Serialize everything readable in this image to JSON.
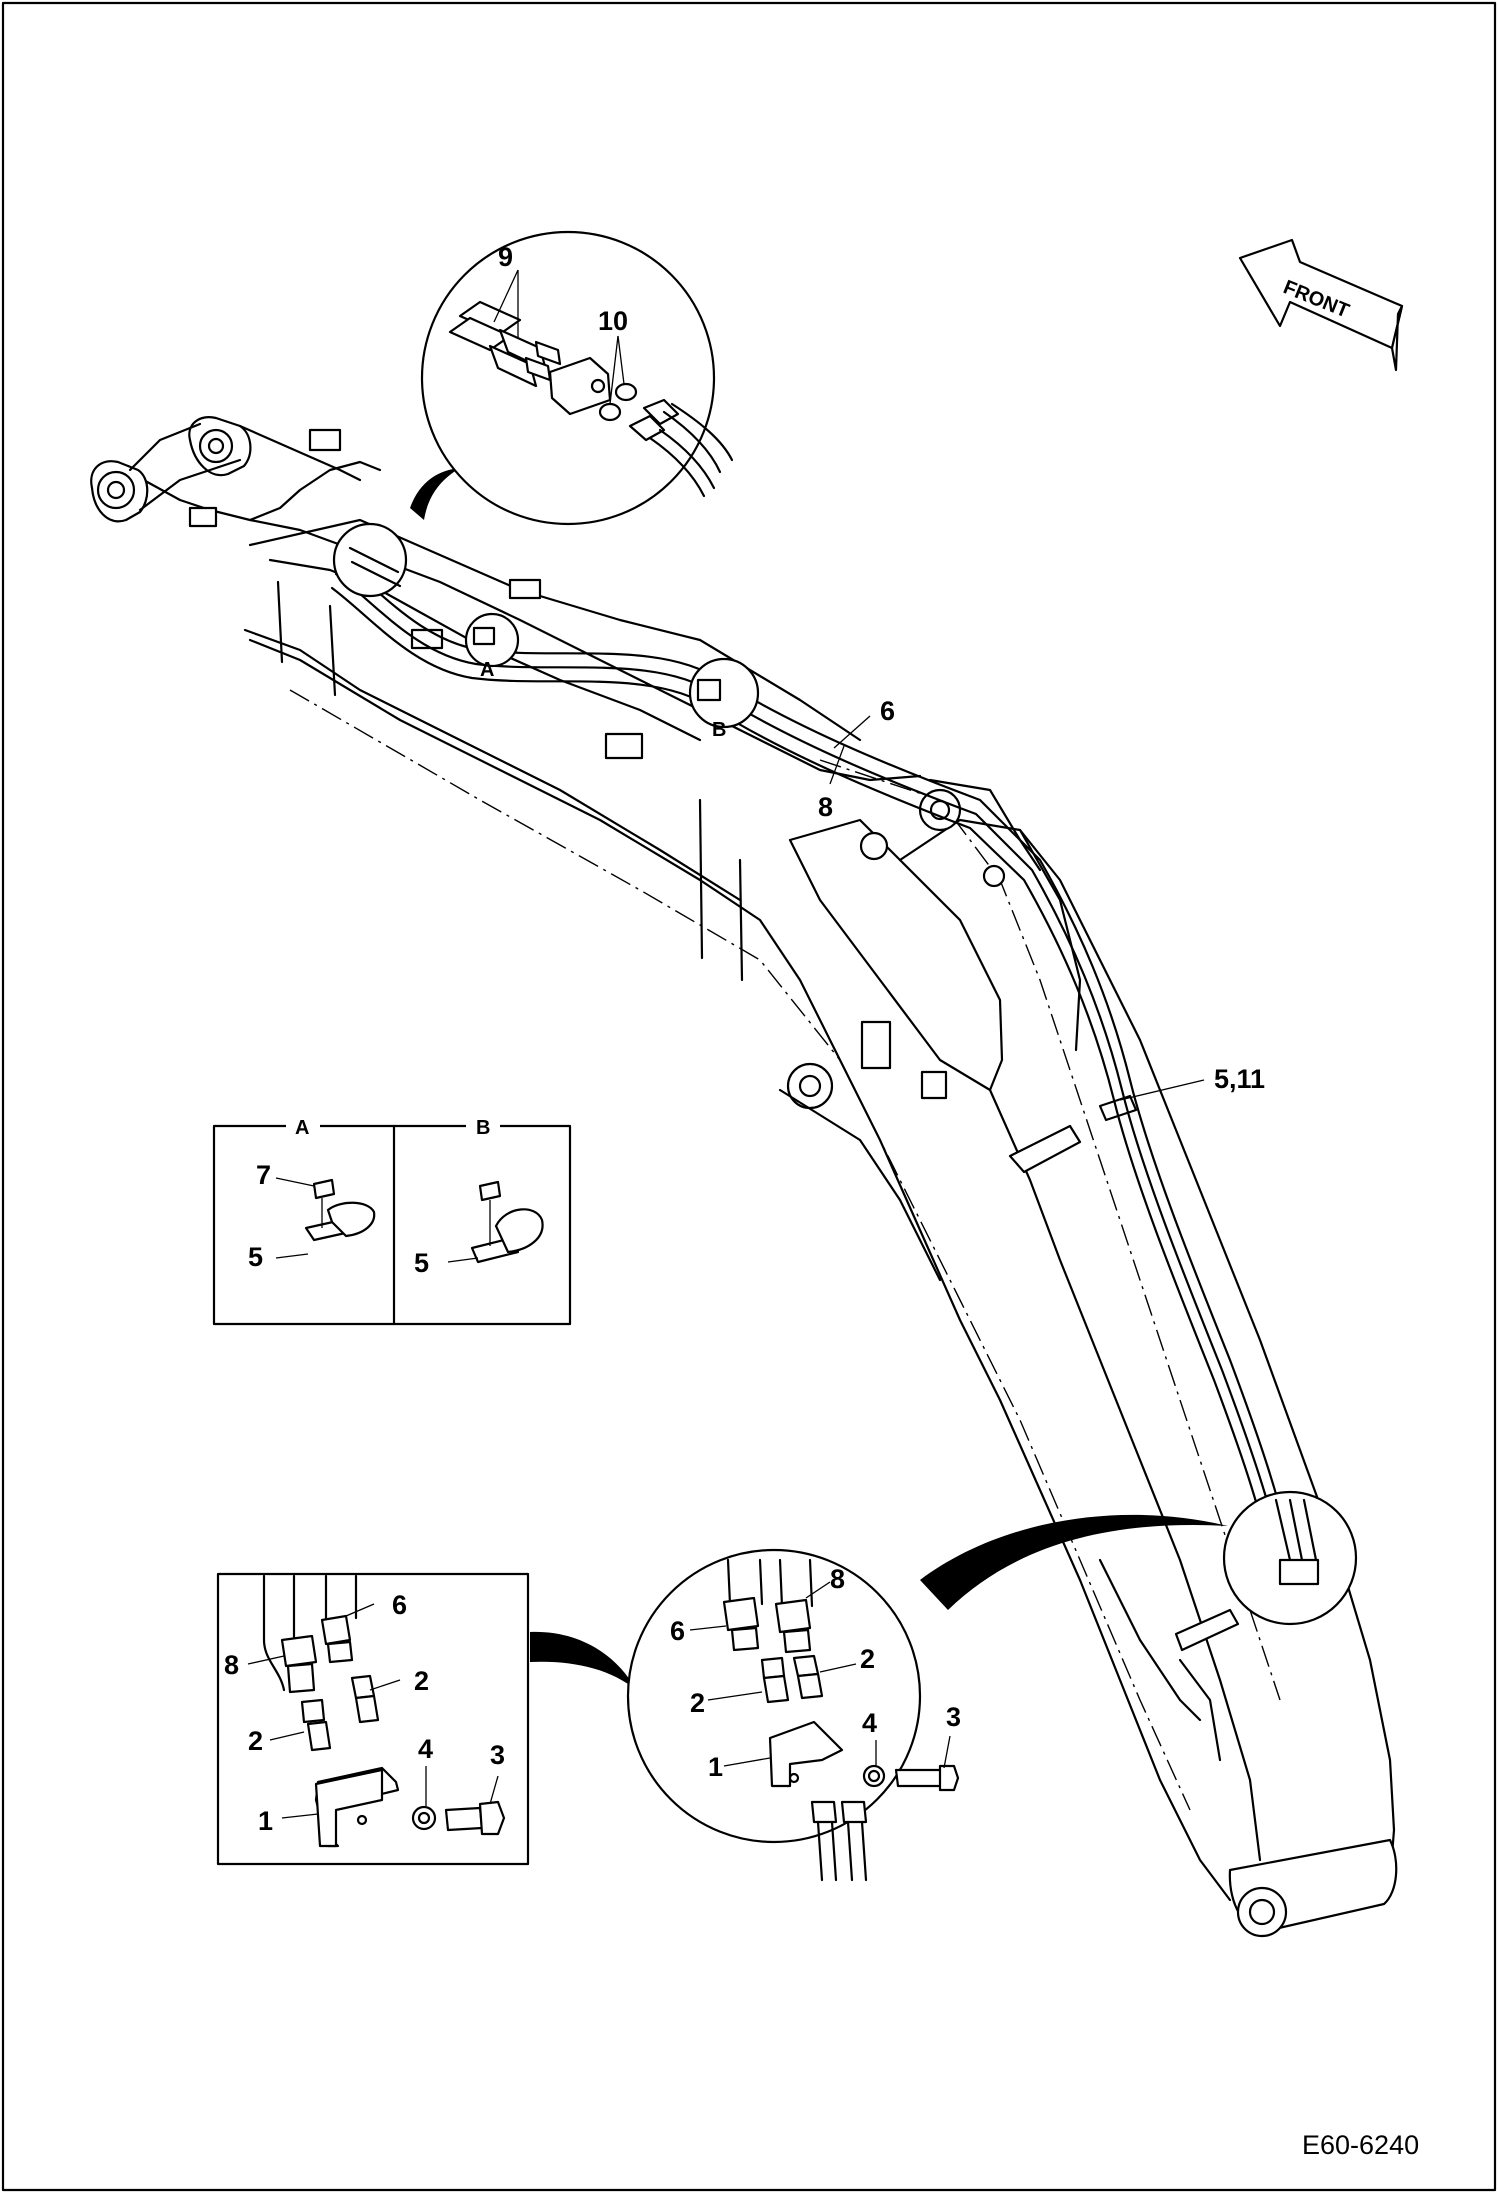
{
  "drawing": {
    "code": "E60-6240",
    "front_label": "FRONT"
  },
  "detail_views": {
    "view_a": "A",
    "view_b": "B"
  },
  "callouts": {
    "c1": "1",
    "c2": "2",
    "c3": "3",
    "c4": "4",
    "c5": "5",
    "c6": "6",
    "c7": "7",
    "c8": "8",
    "c9": "9",
    "c10": "10",
    "c511": "5,11"
  }
}
